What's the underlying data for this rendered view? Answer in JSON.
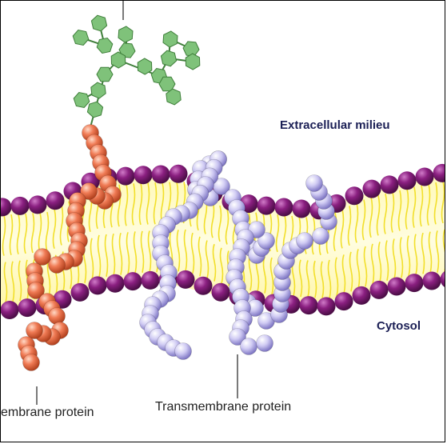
{
  "labels": {
    "extracellular": "Extracellular milieu",
    "cytosol": "Cytosol",
    "peripheral_protein": "embrane protein",
    "transmembrane_protein": "Transmembrane protein"
  },
  "colors": {
    "bilayer_fill": "#fff7a0",
    "tail_color": "#f2df2a",
    "head_color": "#8a1f80",
    "peripheral_bead": "#f07b55",
    "transmembrane_bead": "#c9c5f0",
    "glycan": "#7fc27a",
    "glycan_stroke": "#3f7f3a"
  },
  "icons": {
    "lipid_head": "purple-sphere",
    "amino_acid": "bead",
    "sugar": "hexagon"
  }
}
